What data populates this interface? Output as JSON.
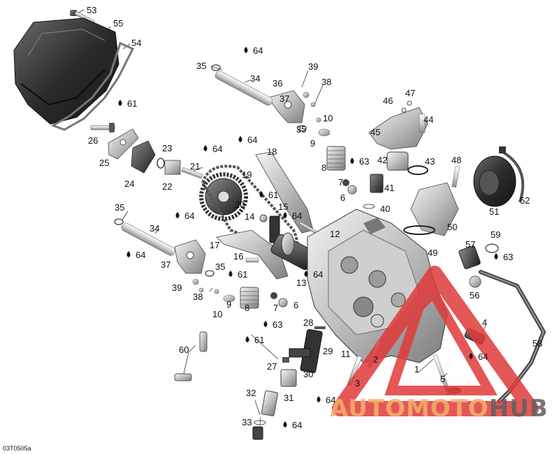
{
  "diagram": {
    "reference_code": "03T0505a",
    "watermark": {
      "text_part1": "AUTOMOTO",
      "text_part2": "HUB",
      "color_main": "#f2a35e",
      "color_hub": "#555555",
      "logo_color": "#e03a3a"
    },
    "lubricant_icon": "oil-drop-icon",
    "part_labels": [
      {
        "id": "53",
        "text": "53"
      },
      {
        "id": "55",
        "text": "55"
      },
      {
        "id": "54",
        "text": "54"
      },
      {
        "id": "35a",
        "text": "35"
      },
      {
        "id": "64a",
        "text": "64"
      },
      {
        "id": "34a",
        "text": "34"
      },
      {
        "id": "39a",
        "text": "39"
      },
      {
        "id": "36",
        "text": "36"
      },
      {
        "id": "38a",
        "text": "38"
      },
      {
        "id": "37a",
        "text": "37"
      },
      {
        "id": "10a",
        "text": "10"
      },
      {
        "id": "35b",
        "text": "35"
      },
      {
        "id": "64b",
        "text": "64"
      },
      {
        "id": "61a",
        "text": "61"
      },
      {
        "id": "26",
        "text": "26"
      },
      {
        "id": "23",
        "text": "23"
      },
      {
        "id": "25",
        "text": "25"
      },
      {
        "id": "24",
        "text": "24"
      },
      {
        "id": "22",
        "text": "22"
      },
      {
        "id": "64c",
        "text": "64"
      },
      {
        "id": "21",
        "text": "21"
      },
      {
        "id": "18",
        "text": "18"
      },
      {
        "id": "19",
        "text": "19"
      },
      {
        "id": "20",
        "text": "20"
      },
      {
        "id": "9a",
        "text": "9"
      },
      {
        "id": "8a",
        "text": "8"
      },
      {
        "id": "63a",
        "text": "63"
      },
      {
        "id": "7a",
        "text": "7"
      },
      {
        "id": "6a",
        "text": "6"
      },
      {
        "id": "46",
        "text": "46"
      },
      {
        "id": "47",
        "text": "47"
      },
      {
        "id": "44",
        "text": "44"
      },
      {
        "id": "45",
        "text": "45"
      },
      {
        "id": "42",
        "text": "42"
      },
      {
        "id": "43",
        "text": "43"
      },
      {
        "id": "48",
        "text": "48"
      },
      {
        "id": "41",
        "text": "41"
      },
      {
        "id": "40",
        "text": "40"
      },
      {
        "id": "51",
        "text": "51"
      },
      {
        "id": "52",
        "text": "52"
      },
      {
        "id": "61b",
        "text": "61"
      },
      {
        "id": "15",
        "text": "15"
      },
      {
        "id": "14",
        "text": "14"
      },
      {
        "id": "64d",
        "text": "64"
      },
      {
        "id": "12",
        "text": "12"
      },
      {
        "id": "50",
        "text": "50"
      },
      {
        "id": "49",
        "text": "49"
      },
      {
        "id": "59",
        "text": "59"
      },
      {
        "id": "57",
        "text": "57"
      },
      {
        "id": "63b",
        "text": "63"
      },
      {
        "id": "35c",
        "text": "35"
      },
      {
        "id": "34b",
        "text": "34"
      },
      {
        "id": "64e",
        "text": "64"
      },
      {
        "id": "64f",
        "text": "64"
      },
      {
        "id": "17",
        "text": "17"
      },
      {
        "id": "16",
        "text": "16"
      },
      {
        "id": "37b",
        "text": "37"
      },
      {
        "id": "35d",
        "text": "35"
      },
      {
        "id": "61c",
        "text": "61"
      },
      {
        "id": "13",
        "text": "13"
      },
      {
        "id": "64g",
        "text": "64"
      },
      {
        "id": "39b",
        "text": "39"
      },
      {
        "id": "38b",
        "text": "38"
      },
      {
        "id": "9b",
        "text": "9"
      },
      {
        "id": "8b",
        "text": "8"
      },
      {
        "id": "7b",
        "text": "7"
      },
      {
        "id": "6b",
        "text": "6"
      },
      {
        "id": "10b",
        "text": "10"
      },
      {
        "id": "63c",
        "text": "63"
      },
      {
        "id": "56",
        "text": "56"
      },
      {
        "id": "28",
        "text": "28"
      },
      {
        "id": "4",
        "text": "4"
      },
      {
        "id": "61d",
        "text": "61"
      },
      {
        "id": "29",
        "text": "29"
      },
      {
        "id": "11",
        "text": "11"
      },
      {
        "id": "60",
        "text": "60"
      },
      {
        "id": "27",
        "text": "27"
      },
      {
        "id": "30",
        "text": "30"
      },
      {
        "id": "2",
        "text": "2"
      },
      {
        "id": "1",
        "text": "1"
      },
      {
        "id": "64h",
        "text": "64"
      },
      {
        "id": "58",
        "text": "58"
      },
      {
        "id": "3",
        "text": "3"
      },
      {
        "id": "5",
        "text": "5"
      },
      {
        "id": "64i",
        "text": "64"
      },
      {
        "id": "32",
        "text": "32"
      },
      {
        "id": "31",
        "text": "31"
      },
      {
        "id": "64j",
        "text": "64"
      },
      {
        "id": "33",
        "text": "33"
      }
    ]
  }
}
